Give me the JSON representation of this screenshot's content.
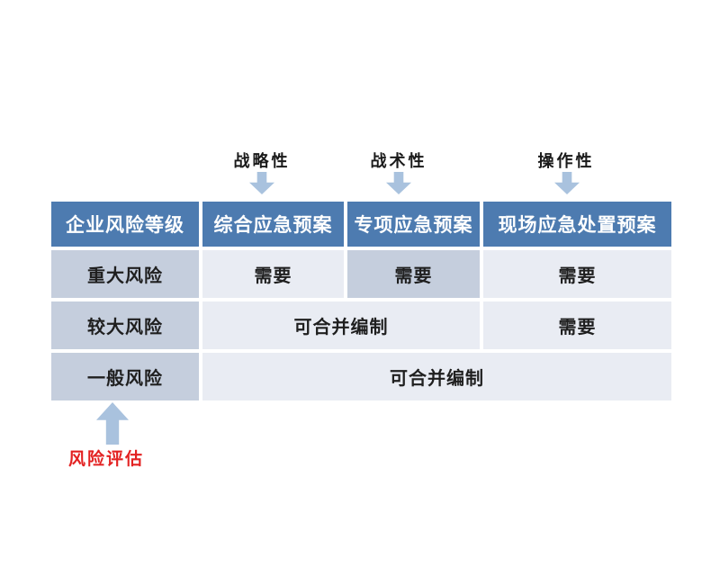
{
  "colors": {
    "header_bg": "#4d7bb0",
    "header_text": "#ffffff",
    "cell_medium": "#c5cedd",
    "cell_light": "#e9ecf3",
    "arrow_fill": "#a9c2de",
    "body_text": "#1f1f1f",
    "annotation_text": "#1a1a1a",
    "risk_assessment_text": "#e32222",
    "page_bg": "#ffffff"
  },
  "annotations": {
    "strategic": "战略性",
    "tactical": "战术性",
    "operational": "操作性",
    "risk_assessment": "风险评估"
  },
  "icons": {
    "down_arrows": "block-arrow-down",
    "up_arrow": "block-arrow-up"
  },
  "table": {
    "headers": [
      {
        "text": "企业风险等级"
      },
      {
        "text": "综合应急预案"
      },
      {
        "text": "专项应急预案"
      },
      {
        "text": "现场应急处置预案"
      }
    ],
    "rows": [
      {
        "level": "重大风险",
        "cells": [
          {
            "text": "需要",
            "highlight": false
          },
          {
            "text": "需要",
            "highlight": true
          },
          {
            "text": "需要",
            "highlight": false
          }
        ]
      },
      {
        "level": "较大风险",
        "cells": [
          {
            "text": "可合并编制",
            "span": 2
          },
          {
            "text": "需要"
          }
        ]
      },
      {
        "level": "一般风险",
        "cells": [
          {
            "text": "可合并编制",
            "span": 3
          }
        ]
      }
    ]
  }
}
